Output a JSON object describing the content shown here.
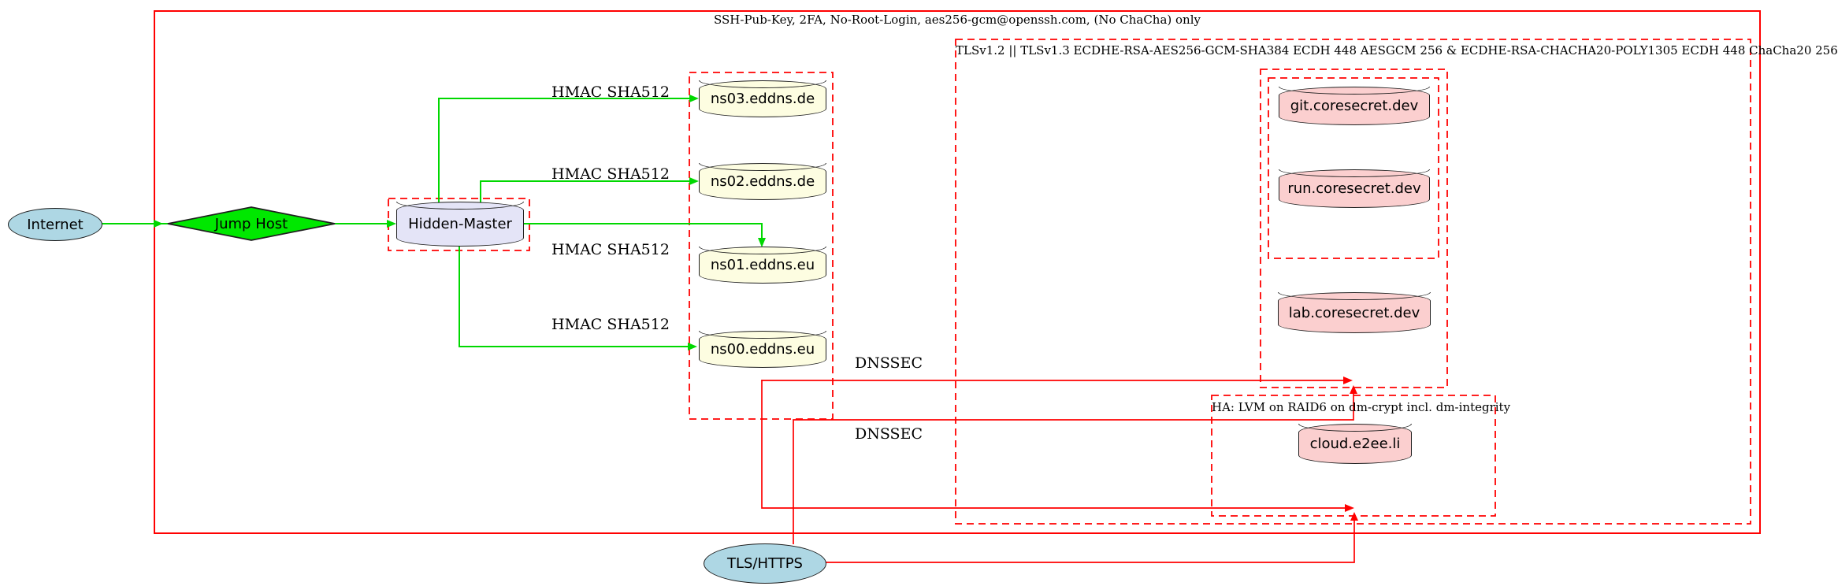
{
  "diagram_type": "network-security-architecture",
  "clusters": {
    "ssh_hardening": {
      "label": "SSH-Pub-Key, 2FA, No-Root-Login, aes256-gcm@openssh.com, (No ChaCha) only"
    },
    "tls_policy": {
      "label": "TLSv1.2 || TLSv1.3 ECDHE-RSA-AES256-GCM-SHA384 ECDH 448 AESGCM 256 & ECDHE-RSA-CHACHA20-POLY1305 ECDH 448 ChaCha20 256"
    },
    "ha_storage": {
      "label": "HA: LVM on RAID6 on dm-crypt incl. dm-integrity"
    },
    "nameserver_cluster": {
      "label": ""
    },
    "hidden_master_cluster": {
      "label": ""
    },
    "coresecret_cluster": {
      "label": ""
    },
    "git_run_cluster": {
      "label": ""
    }
  },
  "nodes": {
    "internet": {
      "label": "Internet",
      "shape": "ellipse",
      "fill": "#aed7e4"
    },
    "jump_host": {
      "label": "Jump Host",
      "shape": "diamond",
      "fill": "#00e800"
    },
    "hidden_master": {
      "label": "Hidden-Master",
      "shape": "cylinder",
      "fill": "#e4e4f7"
    },
    "ns03": {
      "label": "ns03.eddns.de",
      "shape": "cylinder",
      "fill": "#fdfde1"
    },
    "ns02": {
      "label": "ns02.eddns.de",
      "shape": "cylinder",
      "fill": "#fdfde1"
    },
    "ns01": {
      "label": "ns01.eddns.eu",
      "shape": "cylinder",
      "fill": "#fdfde1"
    },
    "ns00": {
      "label": "ns00.eddns.eu",
      "shape": "cylinder",
      "fill": "#fdfde1"
    },
    "git": {
      "label": "git.coresecret.dev",
      "shape": "cylinder",
      "fill": "#fbcfcf"
    },
    "run": {
      "label": "run.coresecret.dev",
      "shape": "cylinder",
      "fill": "#fbcfcf"
    },
    "lab": {
      "label": "lab.coresecret.dev",
      "shape": "cylinder",
      "fill": "#fbcfcf"
    },
    "cloud": {
      "label": "cloud.e2ee.li",
      "shape": "cylinder",
      "fill": "#fbcfcf"
    },
    "tls_https": {
      "label": "TLS/HTTPS",
      "shape": "ellipse",
      "fill": "#aed7e4"
    }
  },
  "edge_labels": {
    "hmac": [
      "HMAC SHA512",
      "HMAC SHA512",
      "HMAC SHA512",
      "HMAC SHA512"
    ],
    "dnssec": [
      "DNSSEC",
      "DNSSEC"
    ]
  },
  "edges": [
    {
      "from": "internet",
      "to": "jump_host",
      "color": "green",
      "label": ""
    },
    {
      "from": "jump_host",
      "to": "hidden_master",
      "color": "green",
      "label": ""
    },
    {
      "from": "hidden_master",
      "to": "ns03",
      "color": "green",
      "label": "HMAC SHA512"
    },
    {
      "from": "hidden_master",
      "to": "ns02",
      "color": "green",
      "label": "HMAC SHA512"
    },
    {
      "from": "hidden_master",
      "to": "ns01",
      "color": "green",
      "label": "HMAC SHA512"
    },
    {
      "from": "hidden_master",
      "to": "ns00",
      "color": "green",
      "label": "HMAC SHA512"
    },
    {
      "from": "ns00",
      "to": "coresecret_cluster",
      "color": "red",
      "label": "DNSSEC"
    },
    {
      "from": "ns00",
      "to": "ha_storage",
      "color": "red",
      "label": "DNSSEC"
    },
    {
      "from": "tls_https",
      "to": "coresecret_cluster",
      "color": "red",
      "label": ""
    },
    {
      "from": "tls_https",
      "to": "ha_storage",
      "color": "red",
      "label": ""
    }
  ],
  "colors": {
    "cluster_border": "#ff0000",
    "edge_green": "#00d800",
    "edge_red": "#ff0000",
    "node_stroke": "#1f1f1f",
    "ellipse_fill": "#aed7e4",
    "diamond_fill": "#00e800",
    "master_fill": "#e4e4f7",
    "ns_fill": "#fdfde1",
    "web_fill": "#fbcfcf"
  }
}
